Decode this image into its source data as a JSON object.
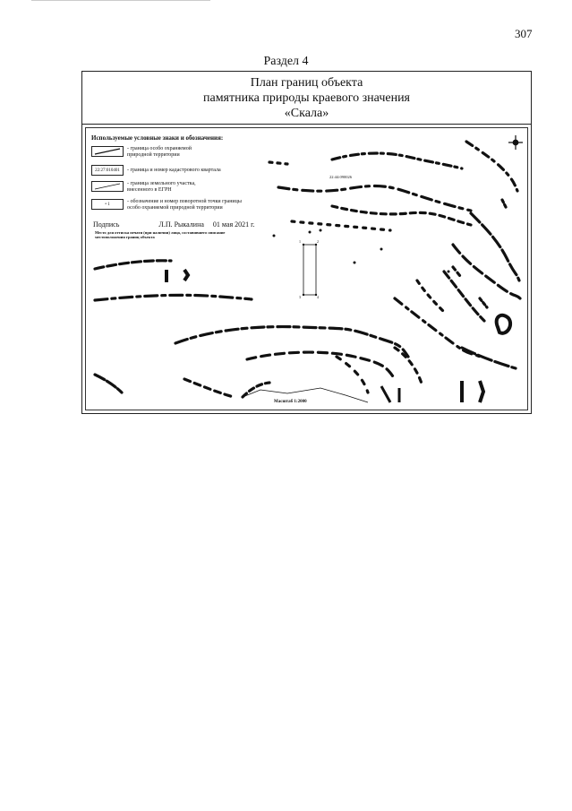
{
  "page_number": "307",
  "section": "Раздел 4",
  "title": {
    "line1": "План границ объекта",
    "line2": "памятника природы краевого значения",
    "line3": "«Скала»"
  },
  "legend": {
    "heading": "Используемые условные знаки и обозначения:",
    "items": [
      {
        "text": "- граница особо охраняемой\nприродной территории",
        "swatch": "line"
      },
      {
        "text": "- граница и номер кадастрового квартала",
        "swatch": "code",
        "code": "22:27:010401"
      },
      {
        "text": "- граница земельного участка,\nвнесенного в ЕГРН",
        "swatch": "line"
      },
      {
        "text": "- обозначение и номер поворотной точки границы\nособо охраняемой природной территории",
        "swatch": "point",
        "code": "• 1"
      }
    ]
  },
  "signature": {
    "label": "Подпись",
    "name": "Л.П. Рыкалина",
    "date": "01 мая 2021 г.",
    "note": "Место для оттиска печати (при наличии) лица, составившего описание местоположения границ объекта"
  },
  "map": {
    "cadastral_label": "22:44:090026",
    "point_labels": [
      "1",
      "2",
      "3",
      "4"
    ],
    "scale": "Масштаб 1:2000"
  }
}
